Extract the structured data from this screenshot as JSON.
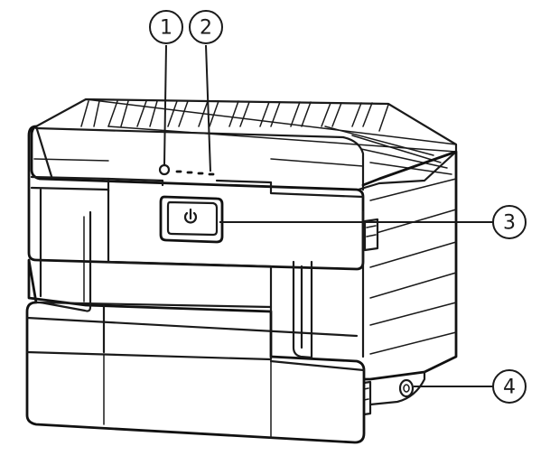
{
  "callouts": [
    {
      "label": "1",
      "target": "status-led"
    },
    {
      "label": "2",
      "target": "battery-level-indicators"
    },
    {
      "label": "3",
      "target": "power-button"
    },
    {
      "label": "4",
      "target": "side-mounting-screw"
    }
  ],
  "icons": {
    "power": "power-icon"
  },
  "colors": {
    "line": "#1a1a1a",
    "background": "#ffffff"
  }
}
